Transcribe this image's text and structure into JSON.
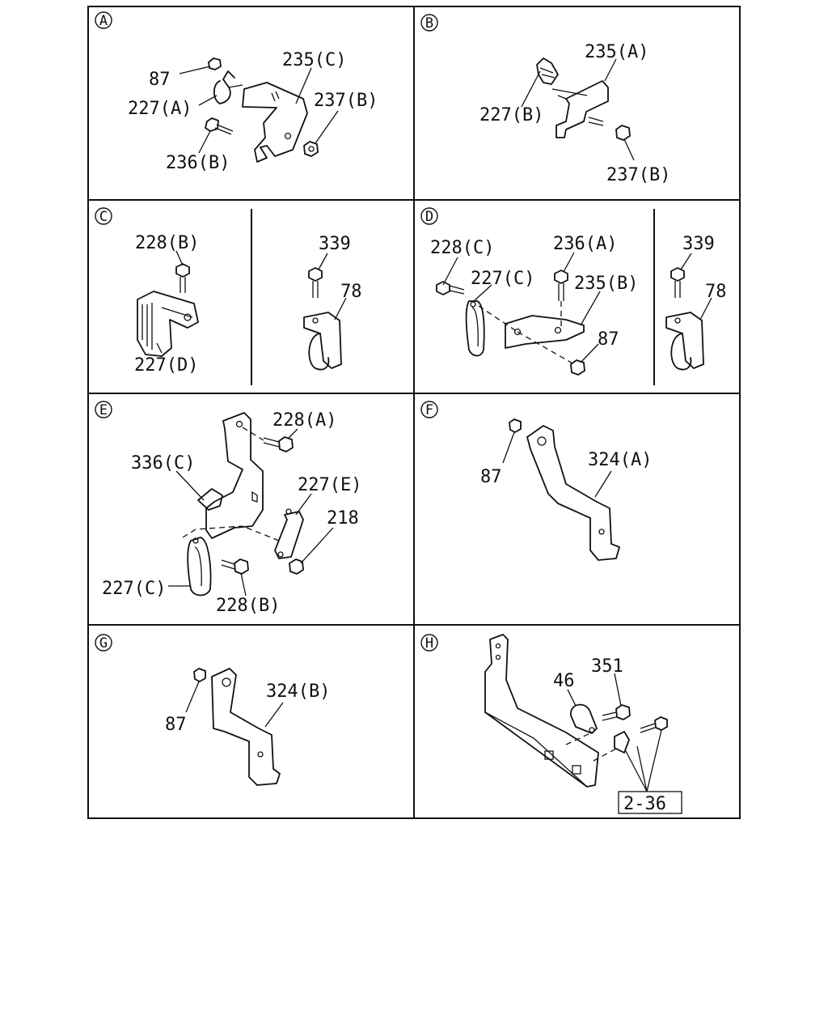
{
  "panels": [
    {
      "badge": "A",
      "labels": [
        "87",
        "227(A)",
        "235(C)",
        "237(B)",
        "236(B)"
      ]
    },
    {
      "badge": "B",
      "labels": [
        "235(A)",
        "227(B)",
        "237(B)"
      ]
    },
    {
      "badge": "C",
      "labels": [
        "228(B)",
        "227(D)",
        "339",
        "78"
      ]
    },
    {
      "badge": "D",
      "labels": [
        "228(C)",
        "236(A)",
        "227(C)",
        "235(B)",
        "87",
        "339",
        "78"
      ]
    },
    {
      "badge": "E",
      "labels": [
        "228(A)",
        "336(C)",
        "227(E)",
        "218",
        "227(C)",
        "228(B)"
      ]
    },
    {
      "badge": "F",
      "labels": [
        "87",
        "324(A)"
      ]
    },
    {
      "badge": "G",
      "labels": [
        "87",
        "324(B)"
      ]
    },
    {
      "badge": "H",
      "labels": [
        "351",
        "46",
        "2-36"
      ]
    }
  ]
}
